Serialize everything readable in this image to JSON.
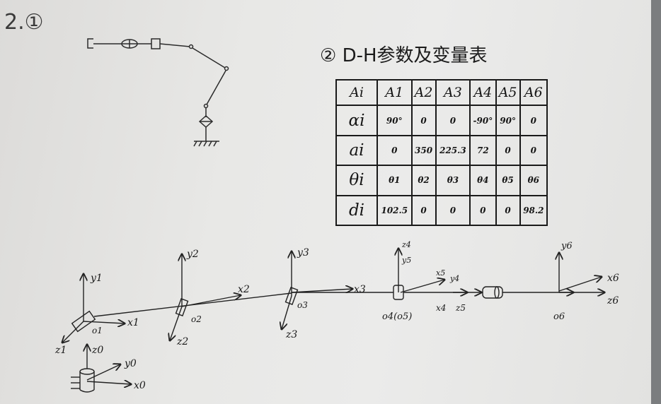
{
  "problem_label": "2.①",
  "table_title": "② D-H参数及变量表",
  "dh_table": {
    "header": [
      "Ai",
      "A1",
      "A2",
      "A3",
      "A4",
      "A5",
      "A6"
    ],
    "rows": [
      [
        "αi",
        "90°",
        "0",
        "0",
        "-90°",
        "90°",
        "0"
      ],
      [
        "ai",
        "0",
        "350",
        "225.3",
        "72",
        "0",
        "0"
      ],
      [
        "θi",
        "θ1",
        "θ2",
        "θ3",
        "θ4",
        "θ5",
        "θ6"
      ],
      [
        "di",
        "102.5",
        "0",
        "0",
        "0",
        "0",
        "98.2"
      ]
    ]
  },
  "frame_labels": {
    "y0": "y0",
    "x0": "x0",
    "z0": "z0",
    "y1": "y1",
    "x1": "x1",
    "z1": "z1",
    "o1": "o1",
    "y2": "y2",
    "x2": "x2",
    "z2": "z2",
    "o2": "o2",
    "y3": "y3",
    "x3": "x3",
    "z3": "z3",
    "o3": "o3",
    "z4": "z4",
    "y5": "y5",
    "x5": "x5",
    "y4": "y4",
    "x4": "x4",
    "z5": "z5",
    "o4": "o4(o5)",
    "y6": "y6",
    "x6": "x6",
    "z6": "z6",
    "o6": "o6"
  }
}
